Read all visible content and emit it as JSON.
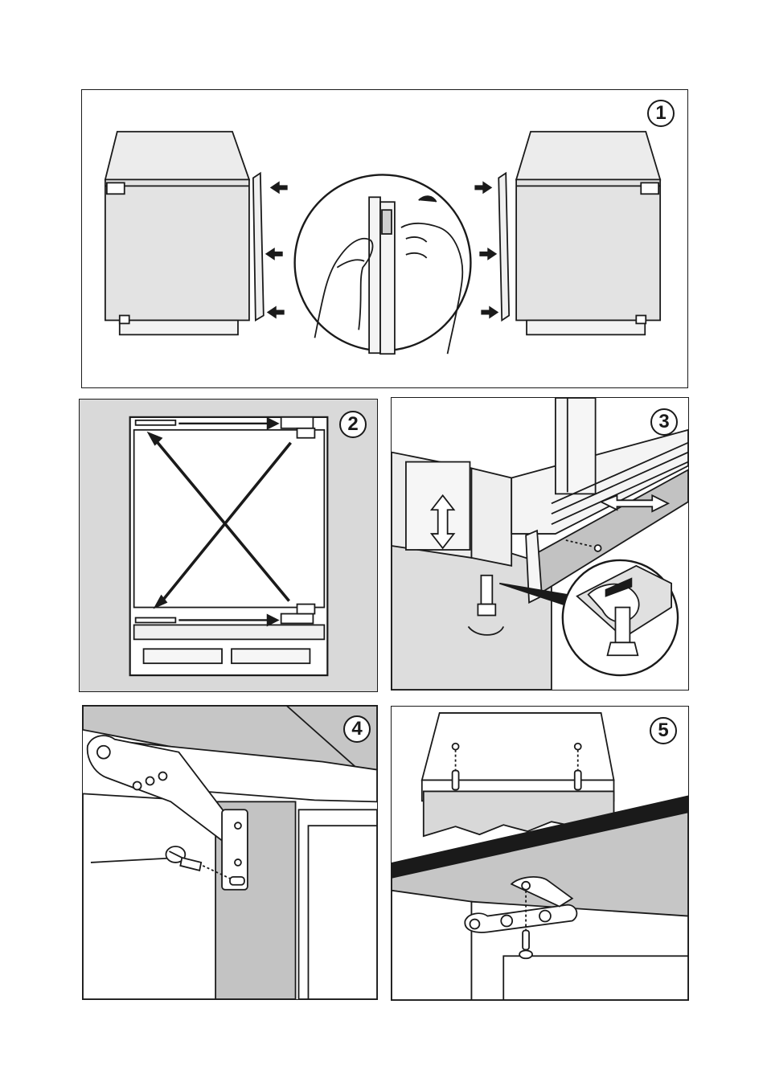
{
  "steps": [
    {
      "number": "1"
    },
    {
      "number": "2"
    },
    {
      "number": "3"
    },
    {
      "number": "4"
    },
    {
      "number": "5"
    }
  ],
  "colors": {
    "line": "#1a1a1a",
    "panel_grey": "#d9d9d9",
    "wall_grey": "#bdbdbd",
    "floor_grey": "#cfcfcf",
    "appliance": "#e6e6e6"
  },
  "icons": [
    "arrow-icon",
    "double-arrow-icon",
    "screw-icon",
    "hand-icon",
    "wrench-icon",
    "hinge-icon",
    "bracket-icon"
  ]
}
